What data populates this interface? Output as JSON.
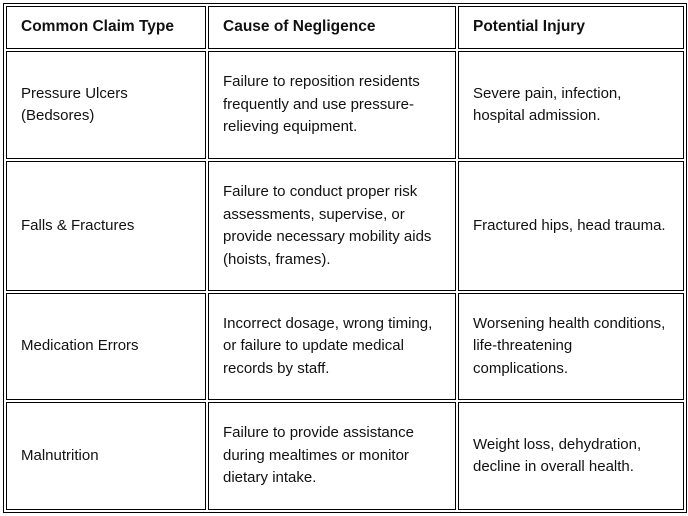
{
  "table": {
    "headers": [
      "Common Claim Type",
      "Cause of Negligence",
      "Potential Injury"
    ],
    "rows": [
      {
        "claim": "Pressure Ulcers (Bedsores)",
        "cause": "Failure to reposition residents frequently and use pressure-relieving equipment.",
        "injury": "Severe pain, infection, hospital admission."
      },
      {
        "claim": "Falls & Fractures",
        "cause": "Failure to conduct proper risk assessments, supervise, or provide necessary mobility aids (hoists, frames).",
        "injury": "Fractured hips, head trauma."
      },
      {
        "claim": "Medication Errors",
        "cause": "Incorrect dosage, wrong timing, or failure to update medical records by staff.",
        "injury": "Worsening health conditions, life-threatening complications."
      },
      {
        "claim": "Malnutrition",
        "cause": "Failure to provide assistance during mealtimes or monitor dietary intake.",
        "injury": "Weight loss, dehydration, decline in overall health."
      }
    ]
  }
}
